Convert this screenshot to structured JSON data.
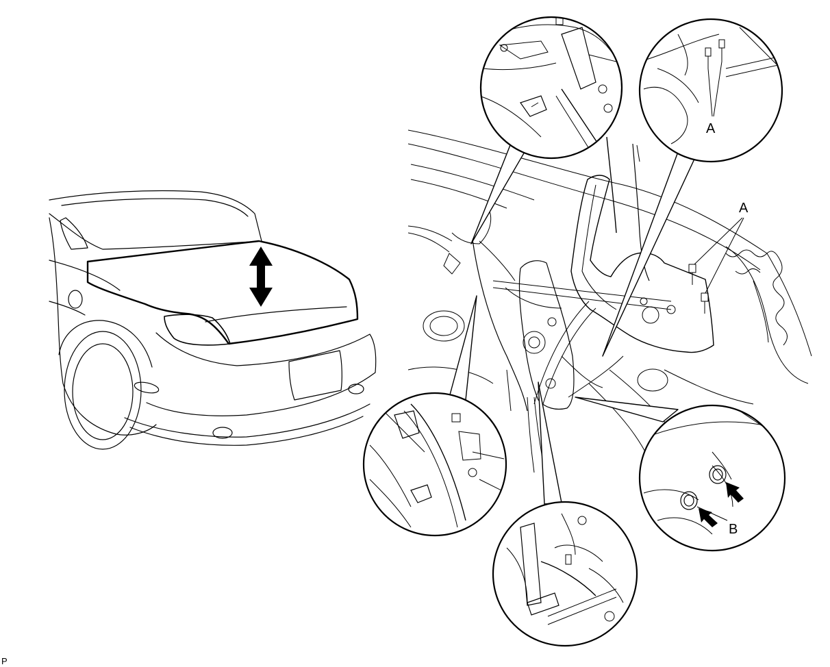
{
  "labels": {
    "a_top_inset": "A",
    "a_main": "A",
    "b_inset": "B"
  },
  "corner_code": "P",
  "colors": {
    "line": "#000000",
    "background": "#ffffff"
  },
  "icons": {
    "lift_arrow": "double-headed-arrow-icon",
    "pointer_arrows": "arrow-pointer-icon"
  }
}
